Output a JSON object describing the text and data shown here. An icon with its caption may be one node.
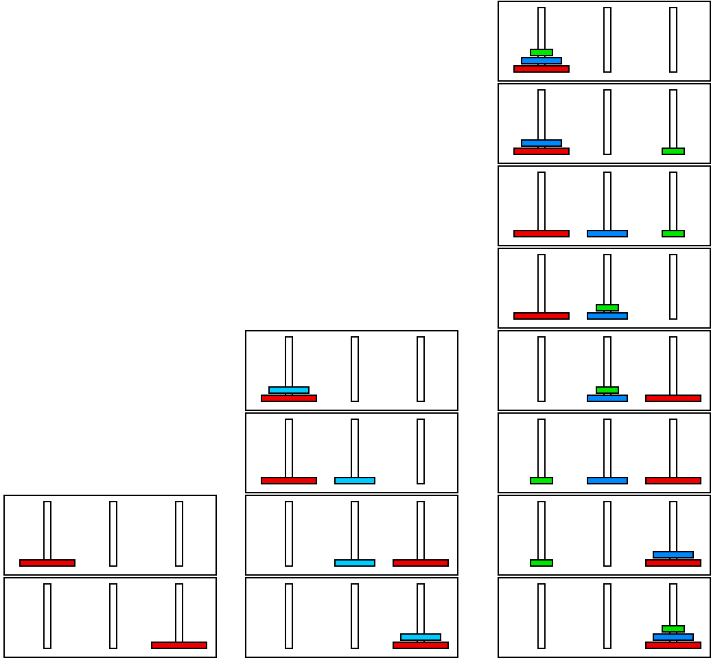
{
  "diagram": {
    "nodes": [
      {
        "text": [],
        "shape": "box"
      },
      {
        "text": [],
        "shape": "box"
      },
      {
        "text": [],
        "shape": "box"
      },
      {
        "text": [],
        "shape": "box"
      },
      {
        "text": [],
        "shape": "box"
      },
      {
        "text": [],
        "shape": "box"
      },
      {
        "text": [],
        "shape": "box"
      },
      {
        "text": [],
        "shape": "box"
      },
      {
        "text": [],
        "shape": "box"
      },
      {
        "text": [],
        "shape": "box"
      },
      {
        "text": [],
        "shape": "box"
      },
      {
        "text": [],
        "shape": "box"
      },
      {
        "text": [],
        "shape": "box"
      },
      {
        "text": [],
        "shape": "box"
      }
    ]
  }
}
